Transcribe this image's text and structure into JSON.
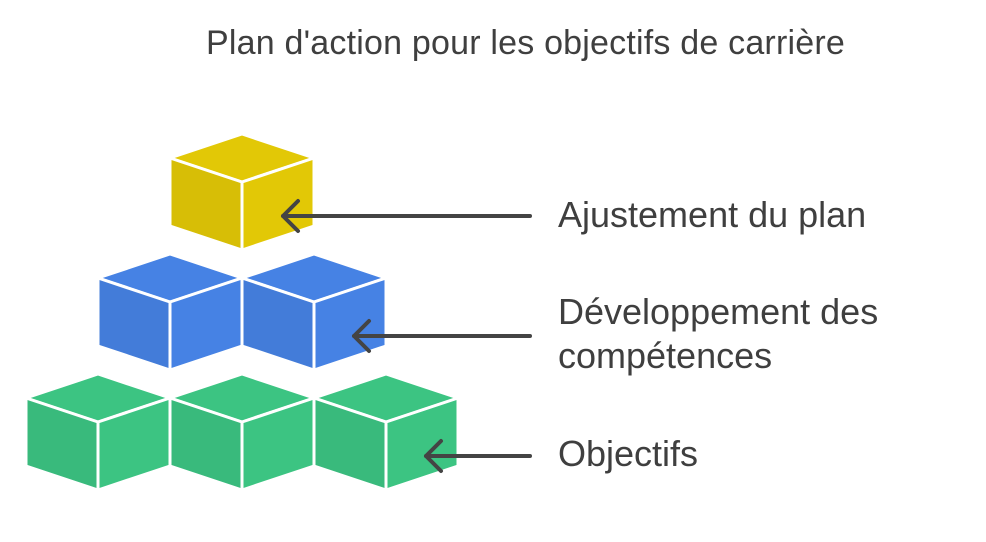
{
  "title": "Plan d'action pour les objectifs de carrière",
  "levels": [
    {
      "label": "Ajustement du plan",
      "color": "#e2c806",
      "cubes": 1
    },
    {
      "label_lines": [
        "Développement des",
        "compétences"
      ],
      "color": "#4682e4",
      "cubes": 2
    },
    {
      "label": "Objectifs",
      "color": "#3cc482",
      "cubes": 3
    }
  ],
  "arrow_color": "#444444"
}
